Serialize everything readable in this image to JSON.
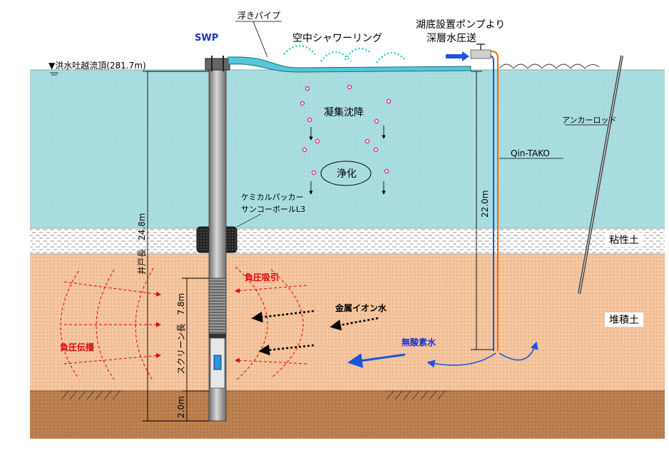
{
  "labels": {
    "float_pipe": "浮きパイプ",
    "swp": "SWP",
    "aerial_shower_ring": "空中シャワーリング",
    "deep_water_pressure": [
      "湖底設置ポンプより",
      "深層水圧送"
    ],
    "flood_level": "▼洪水吐越流頂(281.7m)",
    "coagulation": "凝集沈降",
    "purification": "浄化",
    "anchor_rod": "アンカーロッド",
    "qin_tako": "Qin-TAKO",
    "chemical_packer": [
      "ケミカルパッカー",
      "サンコーボールL3"
    ],
    "depth_22": "22.0m",
    "well_length": "井戸長　24.8m",
    "screen_length": "スクリーン長　7.8m",
    "bottom_2m": "2.0m",
    "clay": "粘性土",
    "sediment": "堆積土",
    "negative_suction": "負圧吸引",
    "metal_ion_water": "金属イオン水",
    "negative_propagation": "負圧伝播",
    "anoxic_water": "無酸素水"
  },
  "colors": {
    "water": "#aadde0",
    "clay": "#ffffff",
    "sediment": "#f5c69f",
    "bedrock": "#bd8150",
    "pipe_gray": "#8a8a8a",
    "float_pipe": "#55c8d8",
    "red_text": "#e60000",
    "blue_text": "#1a33cc",
    "shower": "#33cccc",
    "orange_pipe": "#ff6600",
    "particle": "#cc3399"
  }
}
